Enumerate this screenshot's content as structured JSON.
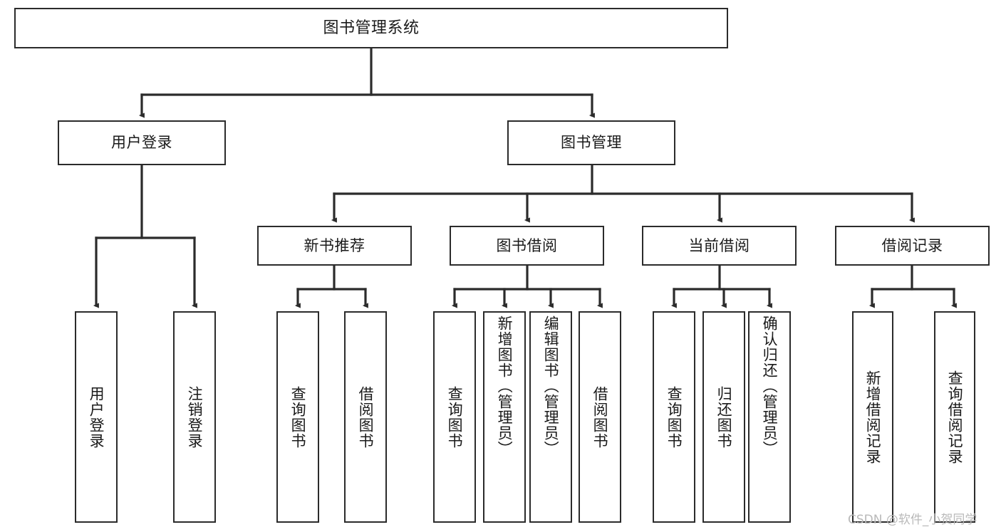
{
  "diagram": {
    "title": "图书管理系统",
    "type": "tree",
    "theme": {
      "stroke": "#2b2b2b",
      "fill": "#ffffff",
      "text": "#1a1a1a",
      "background": "#ffffff",
      "watermark_color": "#b9b9b9"
    },
    "watermark": "CSDN @软件_小贺同学",
    "levels": {
      "root": "图书管理系统",
      "level2": [
        "用户登录",
        "图书管理"
      ],
      "level3": [
        "新书推荐",
        "图书借阅",
        "当前借阅",
        "借阅记录"
      ]
    },
    "nodes": {
      "root": {
        "id": "root",
        "label": "图书管理系统",
        "orientation": "horizontal"
      },
      "user_login": {
        "id": "user_login",
        "label": "用户登录",
        "orientation": "horizontal"
      },
      "book_mgmt": {
        "id": "book_mgmt",
        "label": "图书管理",
        "orientation": "horizontal"
      },
      "new_book_rec": {
        "id": "new_book_rec",
        "label": "新书推荐",
        "orientation": "horizontal"
      },
      "book_borrow": {
        "id": "book_borrow",
        "label": "图书借阅",
        "orientation": "horizontal"
      },
      "current_borrow": {
        "id": "current_borrow",
        "label": "当前借阅",
        "orientation": "horizontal"
      },
      "borrow_record": {
        "id": "borrow_record",
        "label": "借阅记录",
        "orientation": "horizontal"
      },
      "leaf_user_login": {
        "id": "leaf_user_login",
        "label": "用户登录",
        "orientation": "vertical",
        "parent": "用户登录"
      },
      "leaf_logout": {
        "id": "leaf_logout",
        "label": "注销登录",
        "orientation": "vertical",
        "parent": "用户登录"
      },
      "leaf_query_book_1": {
        "id": "leaf_query_book_1",
        "label": "查询图书",
        "orientation": "vertical",
        "parent": "新书推荐"
      },
      "leaf_borrow_book_1": {
        "id": "leaf_borrow_book_1",
        "label": "借阅图书",
        "orientation": "vertical",
        "parent": "新书推荐"
      },
      "leaf_query_book_2": {
        "id": "leaf_query_book_2",
        "label": "查询图书",
        "orientation": "vertical",
        "parent": "图书借阅"
      },
      "leaf_add_book": {
        "id": "leaf_add_book",
        "label": "新增图书（管理员）",
        "orientation": "vertical",
        "parent": "图书借阅"
      },
      "leaf_edit_book": {
        "id": "leaf_edit_book",
        "label": "编辑图书（管理员）",
        "orientation": "vertical",
        "parent": "图书借阅"
      },
      "leaf_borrow_book_2": {
        "id": "leaf_borrow_book_2",
        "label": "借阅图书",
        "orientation": "vertical",
        "parent": "图书借阅"
      },
      "leaf_query_book_3": {
        "id": "leaf_query_book_3",
        "label": "查询图书",
        "orientation": "vertical",
        "parent": "当前借阅"
      },
      "leaf_return_book": {
        "id": "leaf_return_book",
        "label": "归还图书",
        "orientation": "vertical",
        "parent": "当前借阅"
      },
      "leaf_confirm_return": {
        "id": "leaf_confirm_return",
        "label": "确认归还（管理员）",
        "orientation": "vertical",
        "parent": "当前借阅"
      },
      "leaf_add_record": {
        "id": "leaf_add_record",
        "label": "新增借阅记录",
        "orientation": "vertical",
        "parent": "借阅记录"
      },
      "leaf_query_record": {
        "id": "leaf_query_record",
        "label": "查询借阅记录",
        "orientation": "vertical",
        "parent": "借阅记录"
      }
    },
    "edges": [
      {
        "from": "图书管理系统",
        "to": "用户登录"
      },
      {
        "from": "图书管理系统",
        "to": "图书管理"
      },
      {
        "from": "用户登录",
        "to": "用户登录"
      },
      {
        "from": "用户登录",
        "to": "注销登录"
      },
      {
        "from": "图书管理",
        "to": "新书推荐"
      },
      {
        "from": "图书管理",
        "to": "图书借阅"
      },
      {
        "from": "图书管理",
        "to": "当前借阅"
      },
      {
        "from": "图书管理",
        "to": "借阅记录"
      },
      {
        "from": "新书推荐",
        "to": "查询图书"
      },
      {
        "from": "新书推荐",
        "to": "借阅图书"
      },
      {
        "from": "图书借阅",
        "to": "查询图书"
      },
      {
        "from": "图书借阅",
        "to": "新增图书（管理员）"
      },
      {
        "from": "图书借阅",
        "to": "编辑图书（管理员）"
      },
      {
        "from": "图书借阅",
        "to": "借阅图书"
      },
      {
        "from": "当前借阅",
        "to": "查询图书"
      },
      {
        "from": "当前借阅",
        "to": "归还图书"
      },
      {
        "from": "当前借阅",
        "to": "确认归还（管理员）"
      },
      {
        "from": "借阅记录",
        "to": "新增借阅记录"
      },
      {
        "from": "借阅记录",
        "to": "查询借阅记录"
      }
    ]
  }
}
